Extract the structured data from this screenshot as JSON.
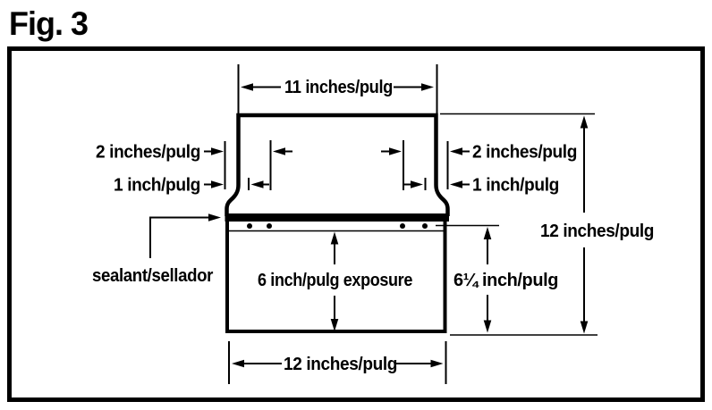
{
  "figure": {
    "label": "Fig. 3"
  },
  "colors": {
    "ink": "#000000",
    "paper": "#ffffff"
  },
  "dimensions": {
    "top_width": "11 inches/pulg",
    "left_offset_2": "2 inches/pulg",
    "left_offset_1": "1 inch/pulg",
    "right_offset_2": "2 inches/pulg",
    "right_offset_1": "1 inch/pulg",
    "panel_height": "12 inches/pulg",
    "exposure": "6 inch/pulg exposure",
    "headlap": "6¼ inch/pulg",
    "bottom_width": "12 inches/pulg"
  },
  "annotations": {
    "sealant": "sealant/sellador"
  }
}
